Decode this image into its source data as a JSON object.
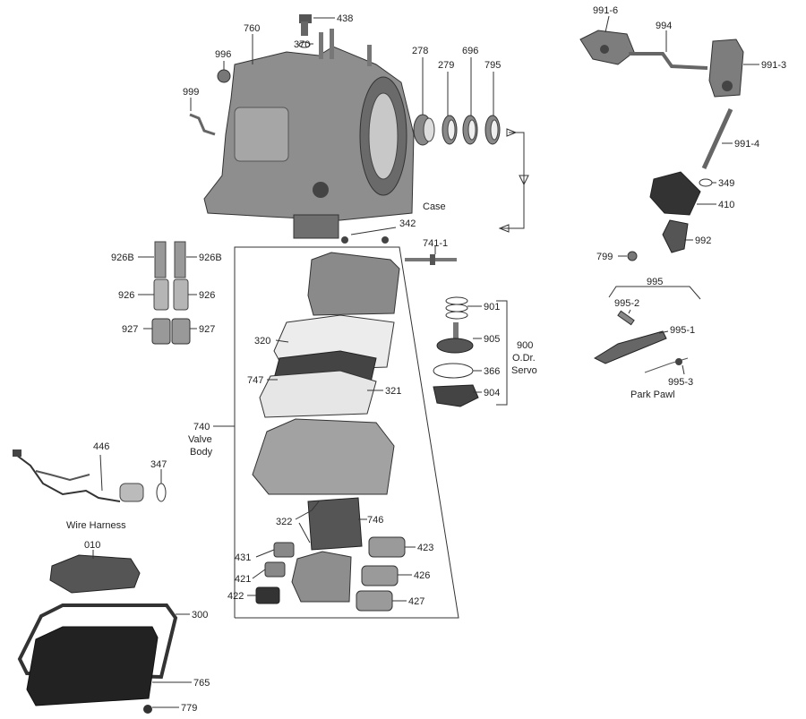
{
  "labels": {
    "l438": "438",
    "l370": "370",
    "l760": "760",
    "l996": "996",
    "l999": "999",
    "l278": "278",
    "l279": "279",
    "l696": "696",
    "l795": "795",
    "case": "Case",
    "l342": "342",
    "l7411": "741-1",
    "l9911": "991-6",
    "l994": "994",
    "l9913": "991-3",
    "l9914": "991-4",
    "l349": "349",
    "l410": "410",
    "l992": "992",
    "l799": "799",
    "l995": "995",
    "l9952": "995-2",
    "l9951": "995-1",
    "l9953": "995-3",
    "park_pawl": "Park Pawl",
    "l926B_l": "926B",
    "l926B_r": "926B",
    "l926_l": "926",
    "l926_r": "926",
    "l927_l": "927",
    "l927_r": "927",
    "l901": "901",
    "l905": "905",
    "l366": "366",
    "l904": "904",
    "l900": "900",
    "odr": "O.Dr.",
    "servo": "Servo",
    "l320": "320",
    "l747": "747",
    "l321": "321",
    "l740": "740",
    "valve": "Valve",
    "body": "Body",
    "l446": "446",
    "l347": "347",
    "wire_harness": "Wire Harness",
    "l322": "322",
    "l746": "746",
    "l431": "431",
    "l423": "423",
    "l421": "421",
    "l426": "426",
    "l422": "422",
    "l427": "427",
    "l010": "010",
    "l300": "300",
    "l765": "765",
    "l779": "779"
  }
}
